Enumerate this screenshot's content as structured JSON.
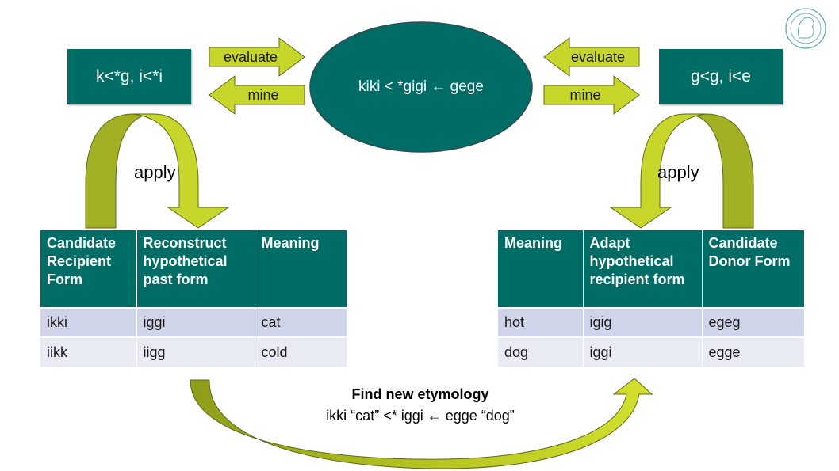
{
  "left_rule": "k<*g, i<*i",
  "right_rule": "g<g, i<e",
  "center": "kiki < *gigi ← gege",
  "arrows": {
    "left_evaluate": "evaluate",
    "left_mine": "mine",
    "right_evaluate": "evaluate",
    "right_mine": "mine"
  },
  "apply_left": "apply",
  "apply_right": "apply",
  "left_table": {
    "headers": [
      "Candidate Recipient Form",
      "Reconstruct hypothetical past form",
      "Meaning"
    ],
    "rows": [
      [
        "ikki",
        "iggi",
        "cat"
      ],
      [
        "iikk",
        "iigg",
        "cold"
      ]
    ]
  },
  "right_table": {
    "headers": [
      "Meaning",
      "Adapt hypothetical recipient form",
      "Candidate Donor Form"
    ],
    "rows": [
      [
        "hot",
        "igig",
        "egeg"
      ],
      [
        "dog",
        "iggi",
        "egge"
      ]
    ]
  },
  "etymology": {
    "title": "Find new etymology",
    "text": "ikki “cat” <* iggi ← egge “dog”"
  },
  "colors": {
    "teal": "#006c66",
    "lime": "#c8d62b",
    "olive": "#9aa71f",
    "row_dark": "#cfd4e8",
    "row_light": "#e9ebf4"
  },
  "logo_icon": "seal-logo-icon"
}
